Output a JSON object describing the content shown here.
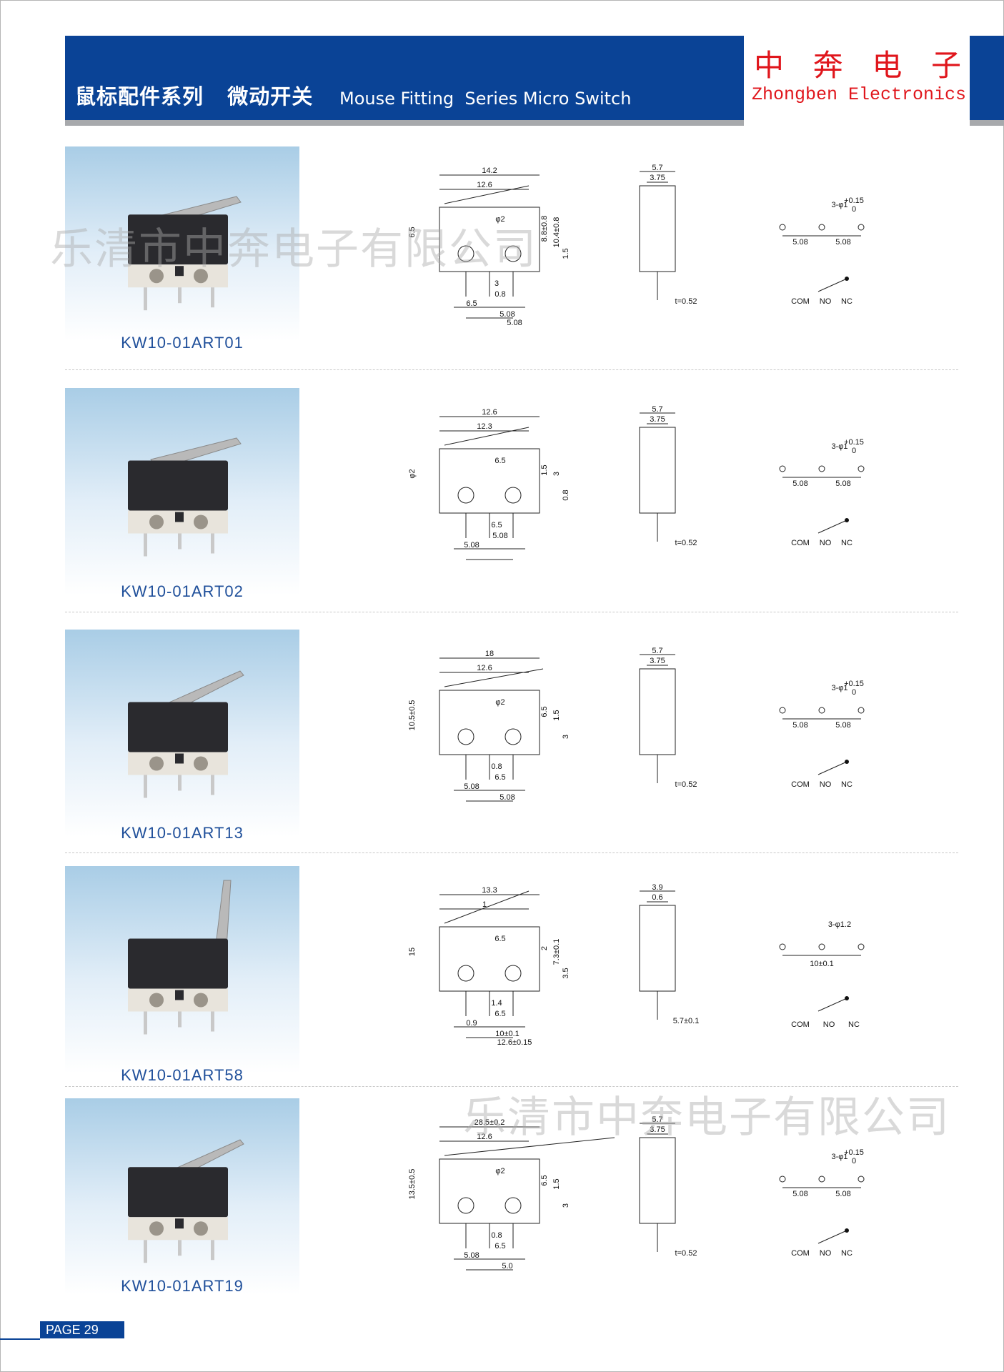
{
  "header": {
    "title_cn": "鼠标配件系列   微动开关",
    "title_en": "Mouse Fitting  Series Micro Switch",
    "brand_cn": [
      "中",
      "奔",
      "电",
      "子"
    ],
    "brand_en": "Zhongben Electronics",
    "accent_color": "#0a4396",
    "brand_color": "#e0161c"
  },
  "watermark": "乐清市中奔电子有限公司",
  "products": [
    {
      "model": "KW10-01ART01",
      "front": [
        "14.2",
        "12.6",
        "6.5",
        "φ2",
        "8.8±0.8",
        "10.4±0.8",
        "1.5",
        "3",
        "0.8",
        "6.5",
        "5.08",
        "5.08"
      ],
      "side": [
        "5.7",
        "3.75",
        "t=0.52"
      ],
      "circuit": [
        "3-φ1",
        "+0.15",
        "0",
        "5.08",
        "5.08",
        "COM",
        "NO",
        "NC"
      ]
    },
    {
      "model": "KW10-01ART02",
      "front": [
        "12.6",
        "12.3",
        "φ2",
        "6.5",
        "1.5",
        "3",
        "0.8",
        "6.5",
        "5.08",
        "5.08"
      ],
      "side": [
        "5.7",
        "3.75",
        "t=0.52"
      ],
      "circuit": [
        "3-φ1",
        "+0.15",
        "0",
        "5.08",
        "5.08",
        "COM",
        "NO",
        "NC"
      ]
    },
    {
      "model": "KW10-01ART13",
      "front": [
        "18",
        "12.6",
        "10.5±0.5",
        "φ2",
        "6.5",
        "1.5",
        "3",
        "0.8",
        "6.5",
        "5.08",
        "5.08"
      ],
      "side": [
        "5.7",
        "3.75",
        "t=0.52"
      ],
      "circuit": [
        "3-φ1",
        "+0.15",
        "0",
        "5.08",
        "5.08",
        "COM",
        "NO",
        "NC"
      ]
    },
    {
      "model": "KW10-01ART58",
      "front": [
        "13.3",
        "1",
        "15",
        "6.5",
        "2",
        "7.3±0.1",
        "3.5",
        "1.4",
        "6.5",
        "0.9",
        "10±0.1",
        "12.6±0.15"
      ],
      "side": [
        "3.9",
        "0.6",
        "5.7±0.1"
      ],
      "circuit": [
        "3-φ1.2",
        "10±0.1",
        "COM",
        "NO",
        "NC"
      ]
    },
    {
      "model": "KW10-01ART19",
      "front": [
        "28.5±0.2",
        "12.6",
        "13.5±0.5",
        "φ2",
        "6.5",
        "1.5",
        "3",
        "0.8",
        "6.5",
        "5.08",
        "5.0"
      ],
      "side": [
        "5.7",
        "3.75",
        "t=0.52"
      ],
      "circuit": [
        "3-φ1",
        "+0.15",
        "0",
        "5.08",
        "5.08",
        "COM",
        "NO",
        "NC"
      ]
    }
  ],
  "footer": {
    "page_label": "PAGE 29"
  }
}
